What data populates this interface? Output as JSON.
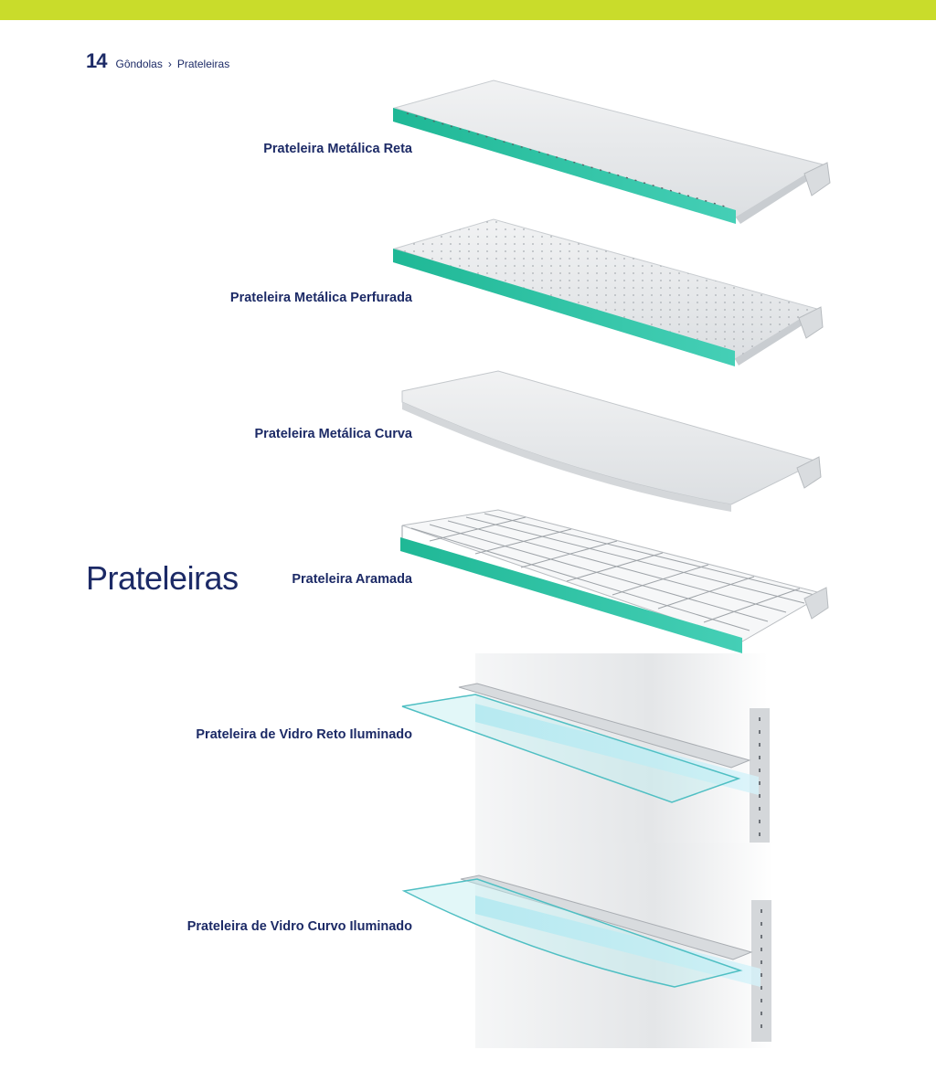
{
  "header": {
    "page_number": "14",
    "breadcrumb": [
      "Gôndolas",
      "Prateleiras"
    ],
    "separator": "›"
  },
  "section_title": "Prateleiras",
  "products": [
    {
      "label": "Prateleira Metálica Reta",
      "icon": "straight-metal-shelf-icon"
    },
    {
      "label": "Prateleira Metálica Perfurada",
      "icon": "perforated-metal-shelf-icon"
    },
    {
      "label": "Prateleira Metálica Curva",
      "icon": "curved-metal-shelf-icon"
    },
    {
      "label": "Prateleira Aramada",
      "icon": "wire-shelf-icon"
    },
    {
      "label": "Prateleira de Vidro Reto Iluminado",
      "icon": "straight-lit-glass-shelf-icon"
    },
    {
      "label": "Prateleira de Vidro Curvo Iluminado",
      "icon": "curved-lit-glass-shelf-icon"
    }
  ],
  "colors": {
    "accent_bar": "#c9dc2b",
    "text": "#1c2a66",
    "shelf_trim": "#2fc4a8",
    "glass": "#7fd6e0"
  }
}
